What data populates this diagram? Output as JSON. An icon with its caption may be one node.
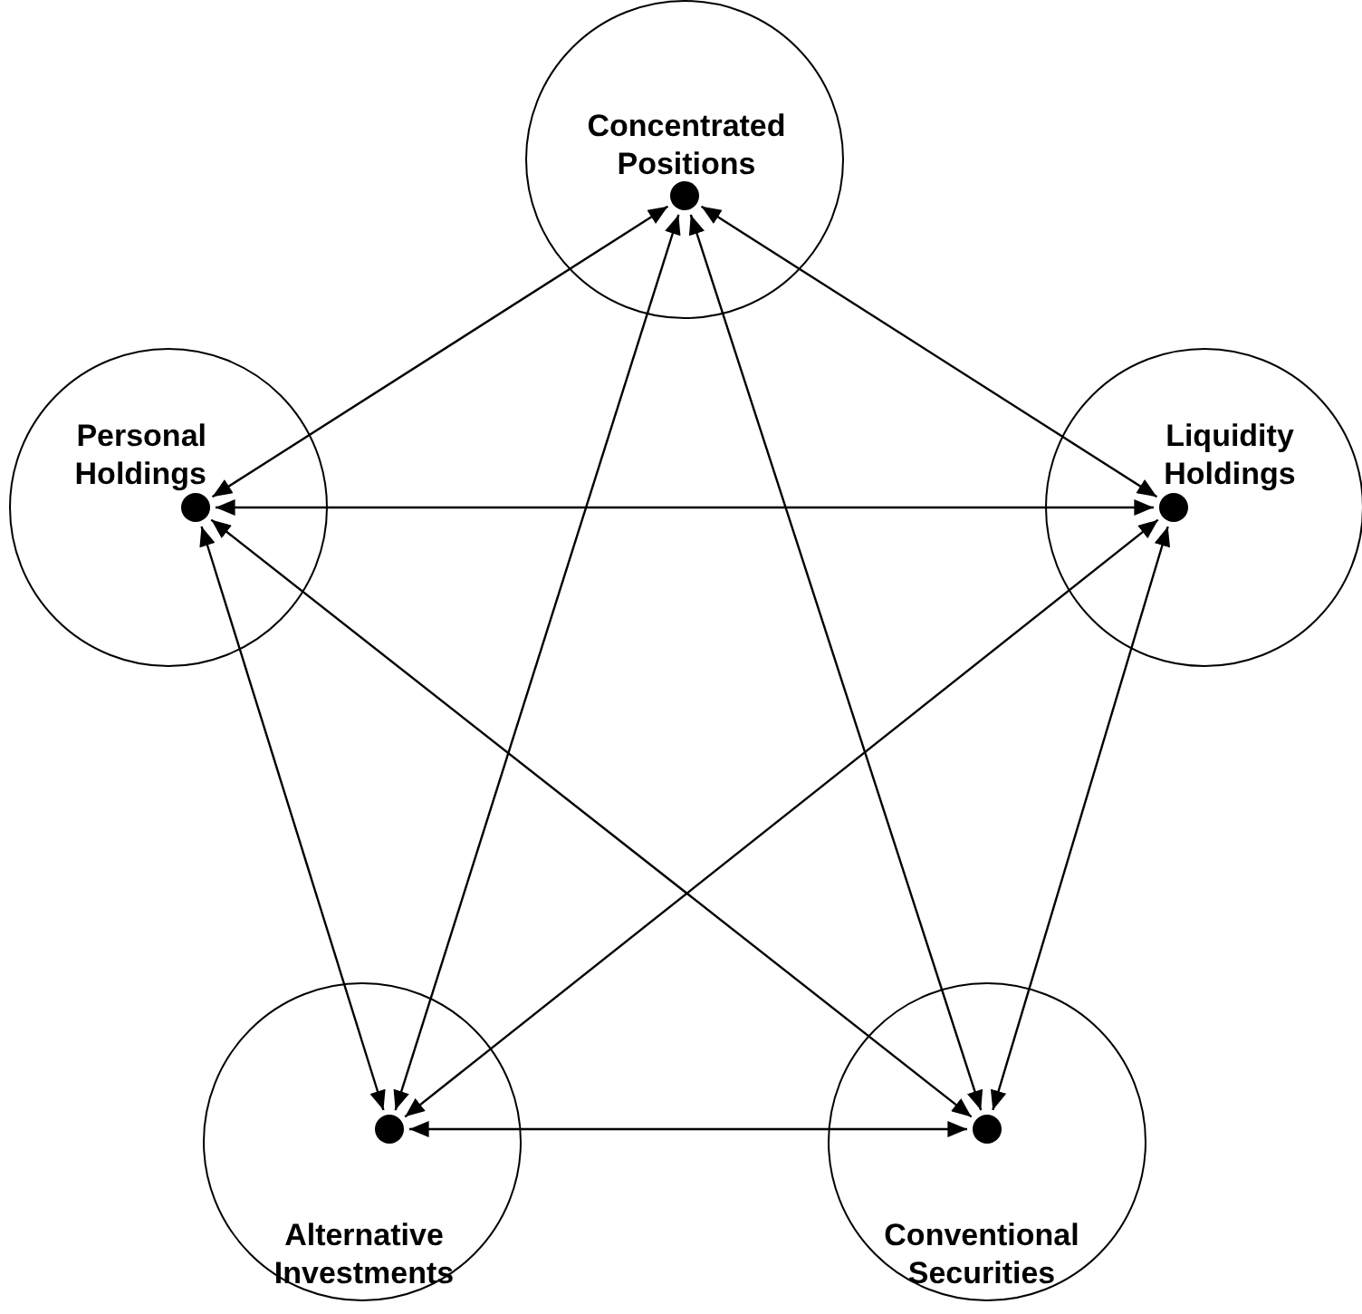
{
  "diagram": {
    "nodes": [
      {
        "text": [
          "Concentrated Positions"
        ]
      },
      {
        "text": [],
        "shape": "circle",
        "in": 0
      },
      {
        "text": [
          "Personal Holdings"
        ]
      },
      {
        "text": [],
        "shape": "circle",
        "in": 2
      },
      {
        "text": [
          "Liquidity Holdings"
        ]
      },
      {
        "text": [],
        "shape": "circle",
        "in": 4
      },
      {
        "text": [
          "Alternative Investments"
        ]
      },
      {
        "text": [],
        "shape": "circle",
        "in": 6
      },
      {
        "text": [
          "Conventional Securities"
        ]
      },
      {
        "text": [],
        "shape": "circle",
        "in": 8
      }
    ],
    "edges": [
      {
        "from": 1,
        "to": 3,
        "arrow": "both"
      },
      {
        "from": 1,
        "to": 5,
        "arrow": "both"
      },
      {
        "from": 1,
        "to": 7,
        "arrow": "both"
      },
      {
        "from": 1,
        "to": 9,
        "arrow": "both"
      },
      {
        "from": 3,
        "to": 5,
        "arrow": "both"
      },
      {
        "from": 3,
        "to": 7,
        "arrow": "both"
      },
      {
        "from": 3,
        "to": 9,
        "arrow": "both"
      },
      {
        "from": 5,
        "to": 7,
        "arrow": "both"
      },
      {
        "from": 5,
        "to": 9,
        "arrow": "both"
      },
      {
        "from": 7,
        "to": 9,
        "arrow": "both"
      }
    ]
  }
}
